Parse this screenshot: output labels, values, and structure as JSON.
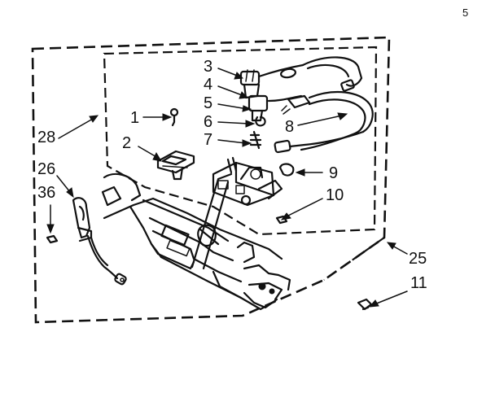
{
  "page_mark": "5",
  "callouts": [
    {
      "id": "1",
      "label": "1"
    },
    {
      "id": "2",
      "label": "2"
    },
    {
      "id": "3",
      "label": "3"
    },
    {
      "id": "4",
      "label": "4"
    },
    {
      "id": "5",
      "label": "5"
    },
    {
      "id": "6",
      "label": "6"
    },
    {
      "id": "7",
      "label": "7"
    },
    {
      "id": "8",
      "label": "8"
    },
    {
      "id": "9",
      "label": "9"
    },
    {
      "id": "10",
      "label": "10"
    },
    {
      "id": "11",
      "label": "11"
    },
    {
      "id": "25",
      "label": "25"
    },
    {
      "id": "26",
      "label": "26"
    },
    {
      "id": "28",
      "label": "28"
    },
    {
      "id": "36",
      "label": "36"
    }
  ]
}
